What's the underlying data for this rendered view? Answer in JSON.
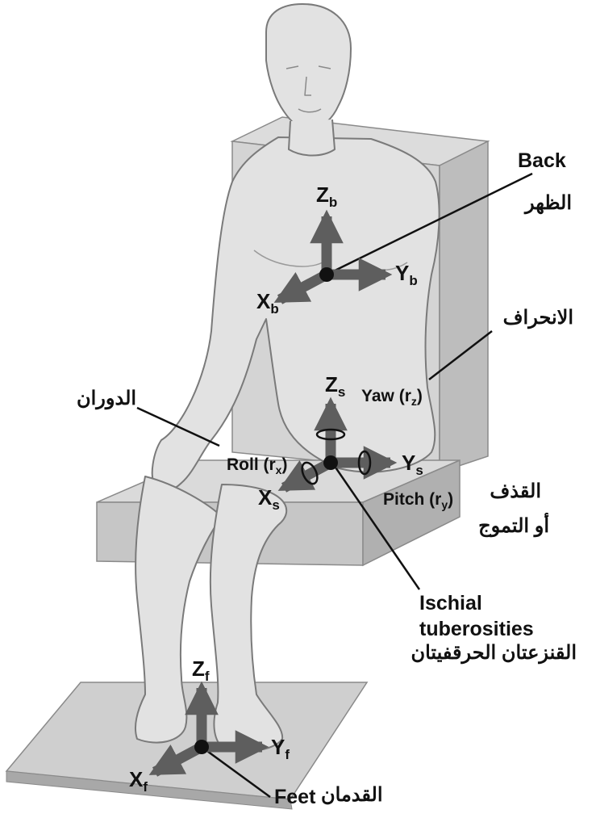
{
  "labels": {
    "back": {
      "en": "Back",
      "ar": "الظهر"
    },
    "yaw": {
      "ar": "الانحراف",
      "text": "Yaw (r",
      "sub": "z",
      "close": ")"
    },
    "roll": {
      "ar": "الدوران",
      "text": "Roll (r",
      "sub": "x",
      "close": ")"
    },
    "pitch": {
      "ar_line1": "القذف",
      "ar_line2": "أو التموج",
      "text": "Pitch (r",
      "sub": "y",
      "close": ")"
    },
    "ischial": {
      "en_line1": "Ischial",
      "en_line2": "tuberosities",
      "ar": "القنزعتان الحرقفيتان"
    },
    "feet": {
      "en": "Feet",
      "ar": "القدمان"
    }
  },
  "axes": {
    "back": {
      "z": "Z",
      "z_sub": "b",
      "y": "Y",
      "y_sub": "b",
      "x": "X",
      "x_sub": "b"
    },
    "seat": {
      "z": "Z",
      "z_sub": "s",
      "y": "Y",
      "y_sub": "s",
      "x": "X",
      "x_sub": "s"
    },
    "feet": {
      "z": "Z",
      "z_sub": "f",
      "y": "Y",
      "y_sub": "f",
      "x": "X",
      "x_sub": "f"
    }
  },
  "colors": {
    "body": "#e2e2e2",
    "outline": "#7a7a7a",
    "seat_front": "#c9c9c9",
    "arrow": "#5e5e5e",
    "text": "#111111"
  }
}
